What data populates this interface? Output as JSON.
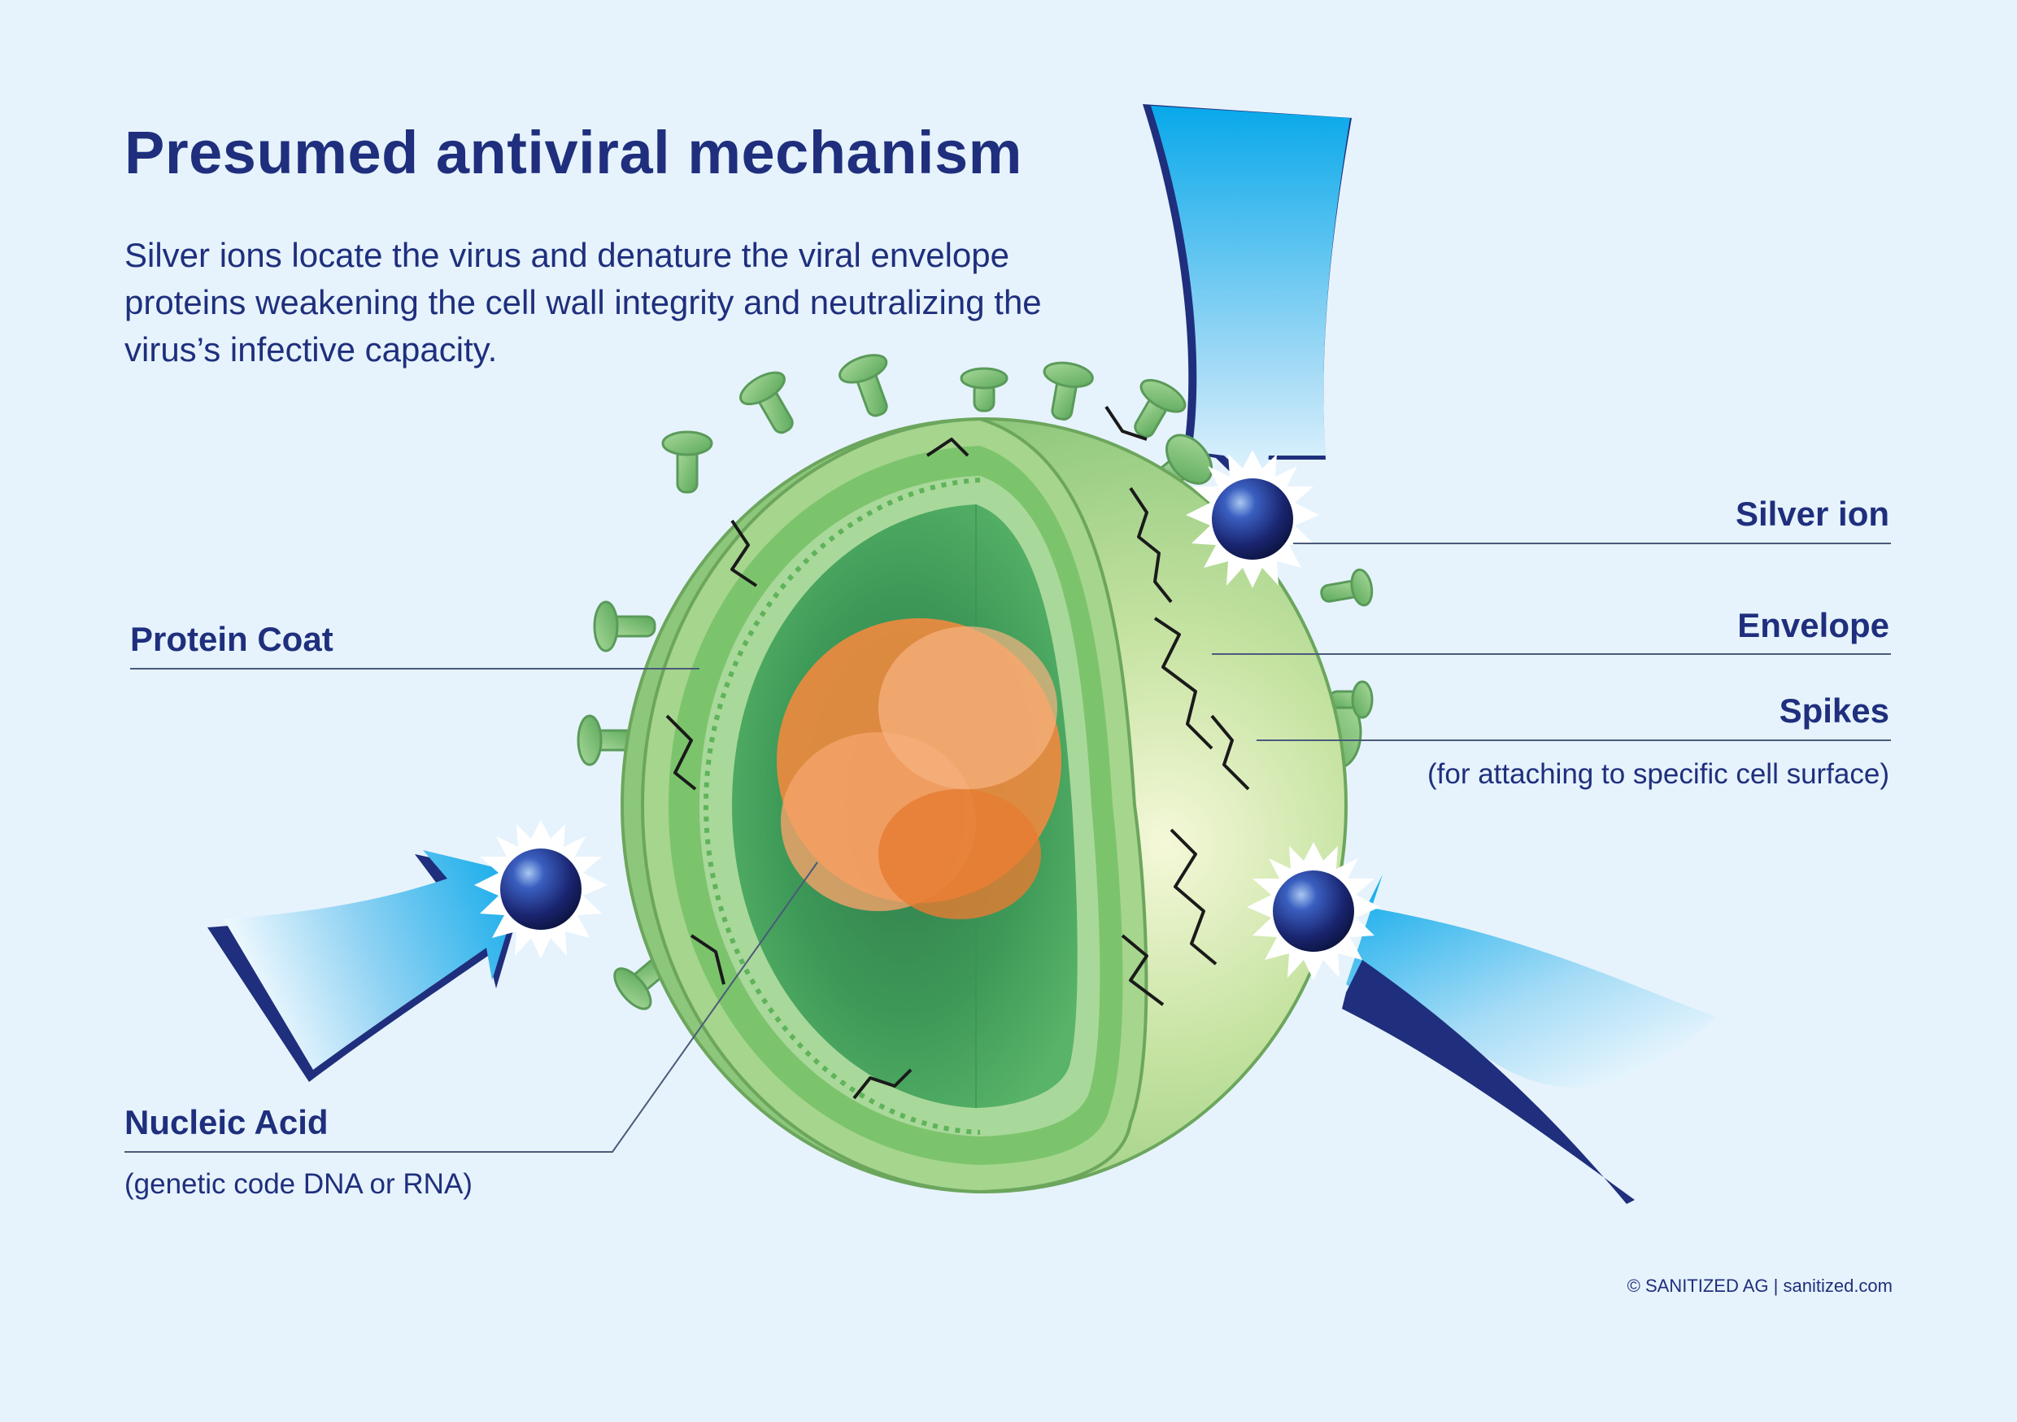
{
  "title": "Presumed antiviral mechanism",
  "description": "Silver ions locate the virus and denature the viral envelope proteins weakening the cell wall integrity and neutralizing the virus’s infective capacity.",
  "labels": {
    "silver_ion": "Silver ion",
    "envelope": "Envelope",
    "spikes": "Spikes",
    "spikes_sub": "(for attaching to specific cell surface)",
    "protein_coat": "Protein Coat",
    "nucleic_acid": "Nucleic Acid",
    "nucleic_acid_sub": "(genetic code DNA or RNA)"
  },
  "copyright": "© SANITIZED AG  |  sanitized.com",
  "colors": {
    "background": "#e6f3fc",
    "text": "#1f2f7d",
    "virus_green": "#7cbf6e",
    "virus_dark_green": "#2e8e4f",
    "nucleic_orange": "#f0893f",
    "arrow_blue": "#1aaee8",
    "ion_blue": "#1a2f8a"
  }
}
